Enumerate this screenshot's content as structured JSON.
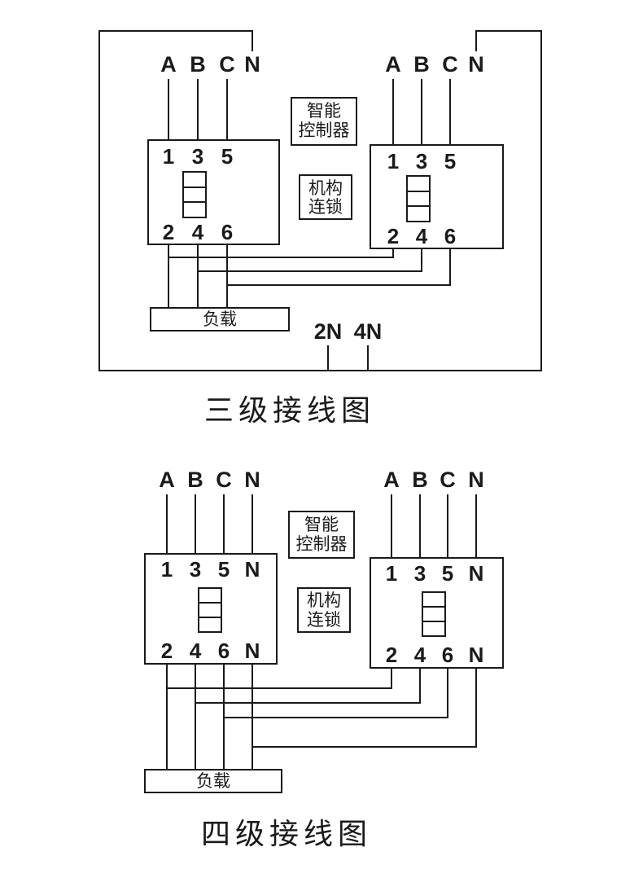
{
  "colors": {
    "line": "#1a1a1a",
    "background": "#ffffff"
  },
  "diagrams": [
    {
      "caption": "三级接线图",
      "controller": {
        "line1": "智能",
        "line2": "控制器"
      },
      "interlock": {
        "line1": "机构",
        "line2": "连锁"
      },
      "load_label": "负载",
      "neutral_terminals": [
        "2N",
        "4N"
      ],
      "left_breaker": {
        "phases": [
          "A",
          "B",
          "C",
          "N"
        ],
        "top_terminals": [
          "1",
          "3",
          "5"
        ],
        "bottom_terminals": [
          "2",
          "4",
          "6"
        ]
      },
      "right_breaker": {
        "phases": [
          "A",
          "B",
          "C",
          "N"
        ],
        "top_terminals": [
          "1",
          "3",
          "5"
        ],
        "bottom_terminals": [
          "2",
          "4",
          "6"
        ]
      }
    },
    {
      "caption": "四级接线图",
      "controller": {
        "line1": "智能",
        "line2": "控制器"
      },
      "interlock": {
        "line1": "机构",
        "line2": "连锁"
      },
      "load_label": "负载",
      "left_breaker": {
        "phases": [
          "A",
          "B",
          "C",
          "N"
        ],
        "top_terminals": [
          "1",
          "3",
          "5",
          "N"
        ],
        "bottom_terminals": [
          "2",
          "4",
          "6",
          "N"
        ]
      },
      "right_breaker": {
        "phases": [
          "A",
          "B",
          "C",
          "N"
        ],
        "top_terminals": [
          "1",
          "3",
          "5",
          "N"
        ],
        "bottom_terminals": [
          "2",
          "4",
          "6",
          "N"
        ]
      }
    }
  ]
}
